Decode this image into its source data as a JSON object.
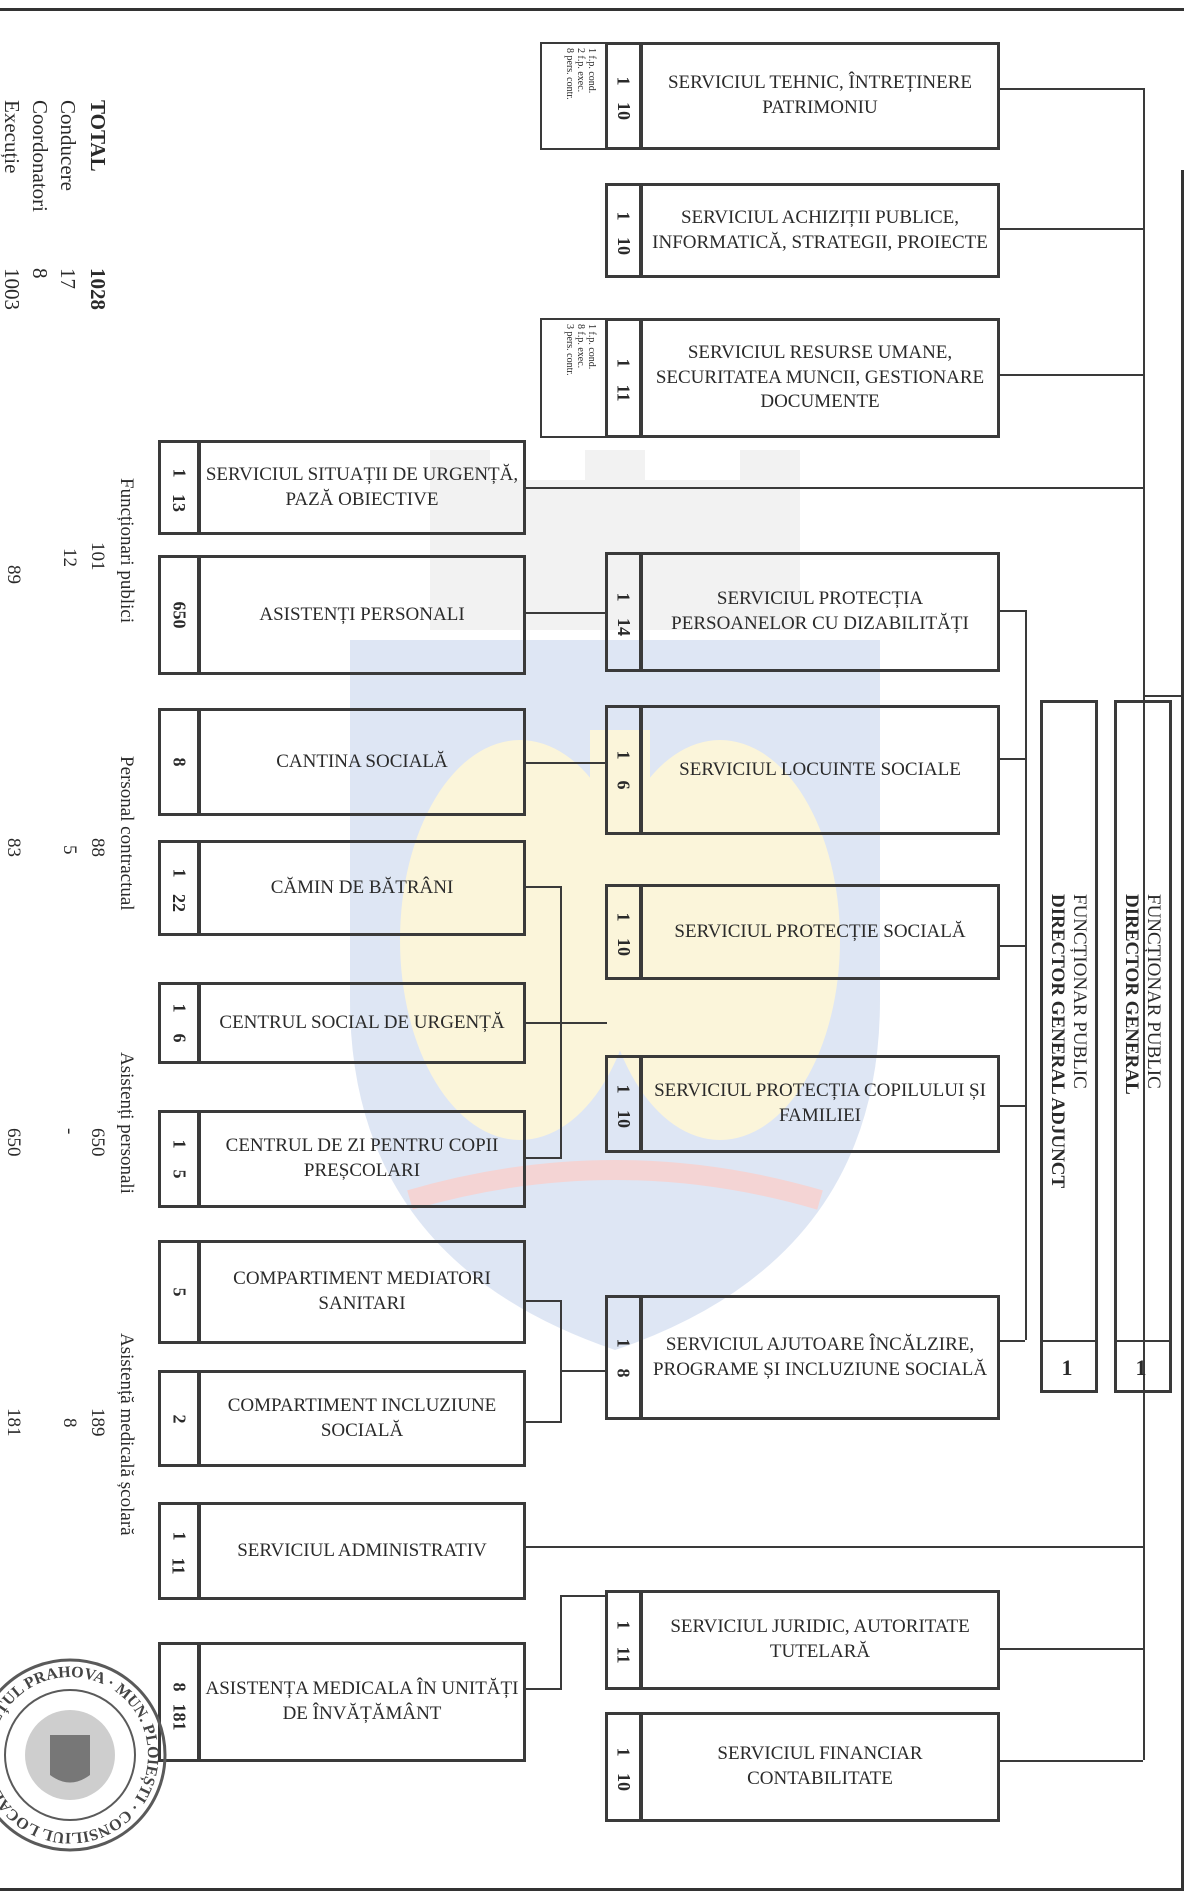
{
  "totals": [
    {
      "label": "TOTAL",
      "value": "1028"
    },
    {
      "label": "Conducere",
      "value": "17"
    },
    {
      "label": "Coordonatori",
      "value": "8"
    },
    {
      "label": "Execuție",
      "value": "1003"
    }
  ],
  "categories": [
    {
      "name": "Funcționari publici",
      "v1": "101",
      "v2": "12",
      "v3": "89"
    },
    {
      "name": "Personal contractual",
      "v1": "88",
      "v2": "5",
      "v3": "83"
    },
    {
      "name": "Asistenți personali",
      "v1": "650",
      "v2": "-",
      "v3": "650"
    },
    {
      "name": "Asistență medicală școlară",
      "v1": "189",
      "v2": "8",
      "v3": "181"
    }
  ],
  "directors": [
    {
      "line1": "FUNCȚIONAR PUBLIC",
      "line2": "DIRECTOR GENERAL",
      "count": "1"
    },
    {
      "line1": "FUNCȚIONAR PUBLIC",
      "line2": "DIRECTOR GENERAL ADJUNCT",
      "count": "1"
    }
  ],
  "services_right": [
    {
      "name": "SERVICIUL TEHNIC, ÎNTREȚINERE PATRIMONIU",
      "n1": "1",
      "n2": "10",
      "notes": [
        "1 f.p. cond.",
        "2 f.p. exec.",
        "8 pers. contr."
      ]
    },
    {
      "name": "SERVICIUL ACHIZIȚII PUBLICE, INFORMATICĂ, STRATEGII, PROIECTE",
      "n1": "1",
      "n2": "10"
    },
    {
      "name": "SERVICIUL RESURSE UMANE, SECURITATEA MUNCII, GESTIONARE DOCUMENTE",
      "n1": "1",
      "n2": "11",
      "notes": [
        "1 f.p. cond.",
        "8 f.p. exec.",
        "3 pers. contr."
      ]
    },
    {
      "name": "SERVICIUL PROTECȚIA PERSOANELOR CU DIZABILITĂȚI",
      "n1": "1",
      "n2": "14"
    },
    {
      "name": "SERVICIUL LOCUINTE SOCIALE",
      "n1": "1",
      "n2": "6"
    },
    {
      "name": "SERVICIUL PROTECȚIE SOCIALĂ",
      "n1": "1",
      "n2": "10"
    },
    {
      "name": "SERVICIUL PROTECȚIA COPILULUI ȘI FAMILIEI",
      "n1": "1",
      "n2": "10"
    },
    {
      "name": "SERVICIUL AJUTOARE ÎNCĂLZIRE, PROGRAME ȘI INCLUZIUNE SOCIALĂ",
      "n1": "1",
      "n2": "8"
    },
    {
      "name": "SERVICIUL JURIDIC, AUTORITATE TUTELARĂ",
      "n1": "1",
      "n2": "11"
    },
    {
      "name": "SERVICIUL FINANCIAR CONTABILITATE",
      "n1": "1",
      "n2": "10"
    }
  ],
  "services_left": [
    {
      "name": "SERVICIUL SITUAȚII DE URGENȚĂ, PAZĂ OBIECTIVE",
      "n1": "1",
      "n2": "13"
    },
    {
      "name": "ASISTENȚI PERSONALI",
      "n1": "650",
      "n2": ""
    },
    {
      "name": "CANTINA SOCIALĂ",
      "n1": "8",
      "n2": ""
    },
    {
      "name": "CĂMIN DE BĂTRÂNI",
      "n1": "1",
      "n2": "22"
    },
    {
      "name": "CENTRUL SOCIAL DE URGENȚĂ",
      "n1": "1",
      "n2": "6"
    },
    {
      "name": "CENTRUL DE ZI PENTRU COPII PREȘCOLARI",
      "n1": "1",
      "n2": "5"
    },
    {
      "name": "COMPARTIMENT MEDIATORI SANITARI",
      "n1": "5",
      "n2": ""
    },
    {
      "name": "COMPARTIMENT INCLUZIUNE SOCIALĂ",
      "n1": "2",
      "n2": ""
    },
    {
      "name": "SERVICIUL ADMINISTRATIV",
      "n1": "1",
      "n2": "11"
    },
    {
      "name": "ASISTENȚA MEDICALA ÎN UNITĂȚI DE ÎNVĂȚĂMÂNT",
      "n1": "8",
      "n2": "181"
    }
  ],
  "stamp": {
    "text": "JUDEȚUL PRAHOVA · MUN. PLOIEȘTI · CONSILIUL LOCAL"
  }
}
